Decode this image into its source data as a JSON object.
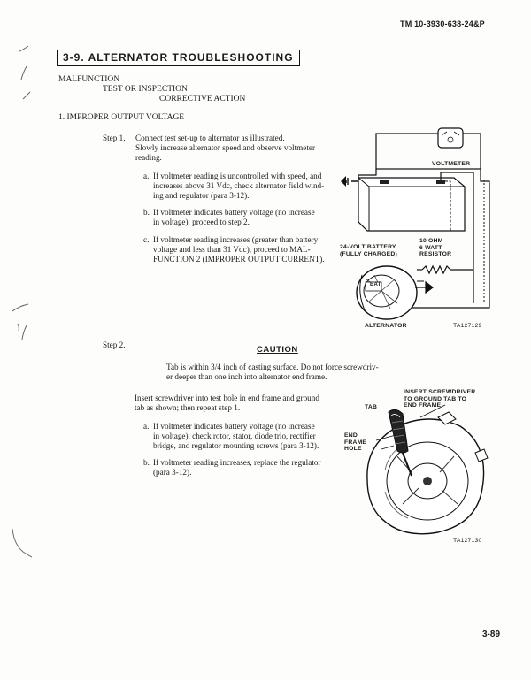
{
  "header": {
    "doc_id": "TM 10-3930-638-24&P"
  },
  "section": {
    "title": "3-9.  ALTERNATOR TROUBLESHOOTING"
  },
  "legend": {
    "malfunction": "MALFUNCTION",
    "test": "TEST OR INSPECTION",
    "action": "CORRECTIVE ACTION"
  },
  "malfunction_1": {
    "title": "1.  IMPROPER OUTPUT VOLTAGE"
  },
  "step1": {
    "label": "Step 1.",
    "line1": "Connect test set-up to alternator as illustrated.",
    "line2": "Slowly increase alternator speed and observe voltmeter",
    "line3": "reading.",
    "items": [
      {
        "letter": "a.",
        "lines": [
          "If voltmeter reading is uncontrolled with speed, and",
          "increases above 31 Vdc, check alternator field wind-",
          "ing and regulator (para 3-12)."
        ]
      },
      {
        "letter": "b.",
        "lines": [
          "If voltmeter indicates battery voltage (no increase",
          "in voltage), proceed to step 2."
        ]
      },
      {
        "letter": "c.",
        "lines": [
          "If voltmeter reading increases (greater than battery",
          "voltage and less than 31 Vdc), proceed to MAL-",
          "FUNCTION 2 (IMPROPER OUTPUT CURRENT)."
        ]
      }
    ]
  },
  "figure1": {
    "voltmeter": "VOLTMETER",
    "battery_line1": "24-VOLT BATTERY",
    "battery_line2": "(FULLY CHARGED)",
    "resistor_line1": "10 OHM",
    "resistor_line2": "6 WATT",
    "resistor_line3": "RESISTOR",
    "alternator": "ALTERNATOR",
    "bat": "BAT",
    "ta_id": "TA127129"
  },
  "step2": {
    "label": "Step 2.",
    "caution_heading": "CAUTION",
    "caution_line1": "Tab is within 3/4 inch of casting surface.  Do not force screwdriv-",
    "caution_line2": "er deeper than one inch into alternator end frame.",
    "line1": "Insert screwdriver into test hole in end frame and ground",
    "line2": "tab as shown; then repeat step 1.",
    "items": [
      {
        "letter": "a.",
        "lines": [
          "If voltmeter indicates battery voltage (no increase",
          "in voltage), check rotor, stator, diode trio, rectifier",
          "bridge, and regulator mounting screws (para 3-12)."
        ]
      },
      {
        "letter": "b.",
        "lines": [
          "If voltmeter reading increases, replace the regulator",
          "(para 3-12)."
        ]
      }
    ]
  },
  "figure2": {
    "insert_line1": "INSERT SCREWDRIVER",
    "insert_line2": "TO GROUND TAB TO",
    "insert_line3": "END FRAME",
    "tab": "TAB",
    "end_frame_line1": "END",
    "end_frame_line2": "FRAME",
    "end_frame_line3": "HOLE",
    "ta_id": "TA127130"
  },
  "footer": {
    "page": "3-89"
  }
}
